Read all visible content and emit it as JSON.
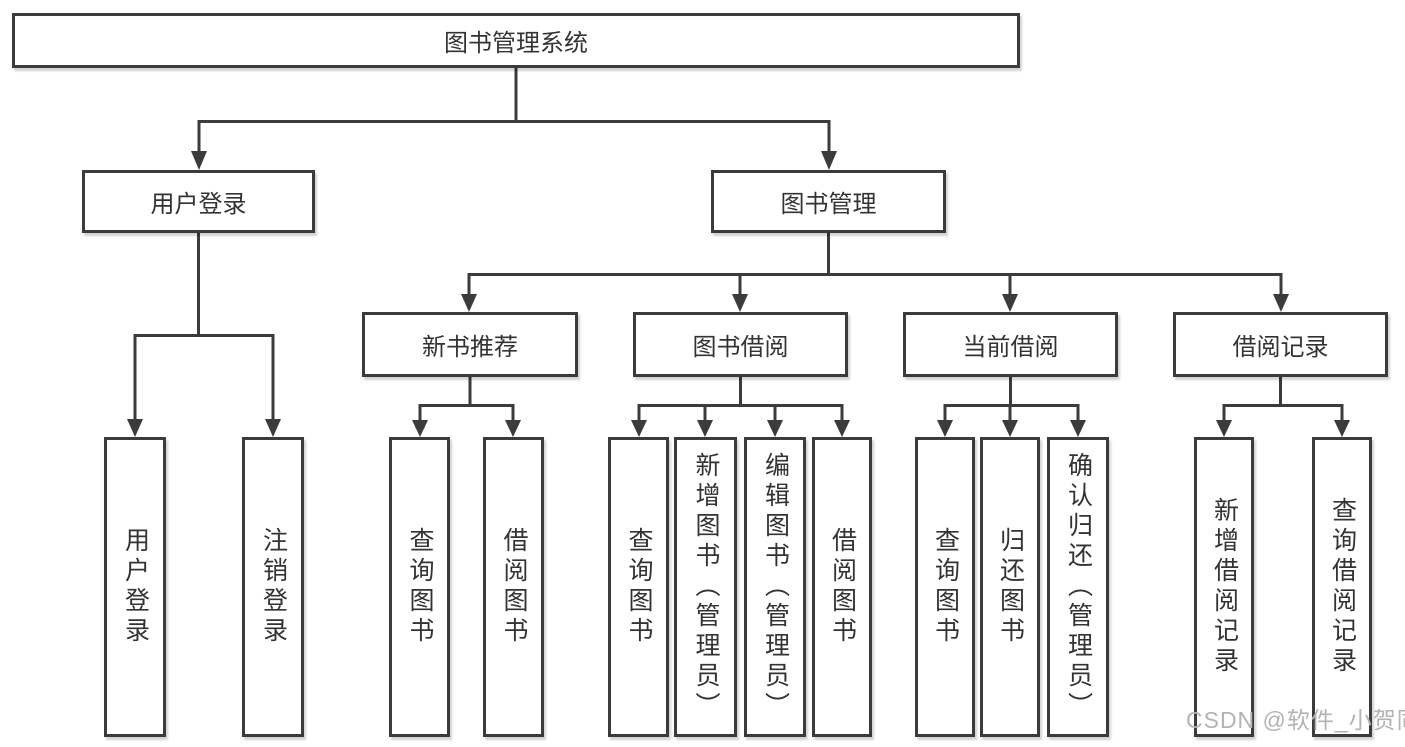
{
  "colors": {
    "line": "#3b3b3b",
    "text": "#333333",
    "node_background": "#ffffff",
    "watermark": "#b3b3b3"
  },
  "diagram": {
    "root": "图书管理系统",
    "branches": [
      {
        "label": "用户登录",
        "children": [
          "用户登录",
          "注销登录"
        ]
      },
      {
        "label": "图书管理",
        "children": [
          {
            "label": "新书推荐",
            "children": [
              "查询图书",
              "借阅图书"
            ]
          },
          {
            "label": "图书借阅",
            "children": [
              "查询图书",
              "新增图书（管理员）",
              "编辑图书（管理员）",
              "借阅图书"
            ]
          },
          {
            "label": "当前借阅",
            "children": [
              "查询图书",
              "归还图书",
              "确认归还（管理员）"
            ]
          },
          {
            "label": "借阅记录",
            "children": [
              "新增借阅记录",
              "查询借阅记录"
            ]
          }
        ]
      }
    ]
  },
  "watermark": "CSDN @软件_小贺同学"
}
